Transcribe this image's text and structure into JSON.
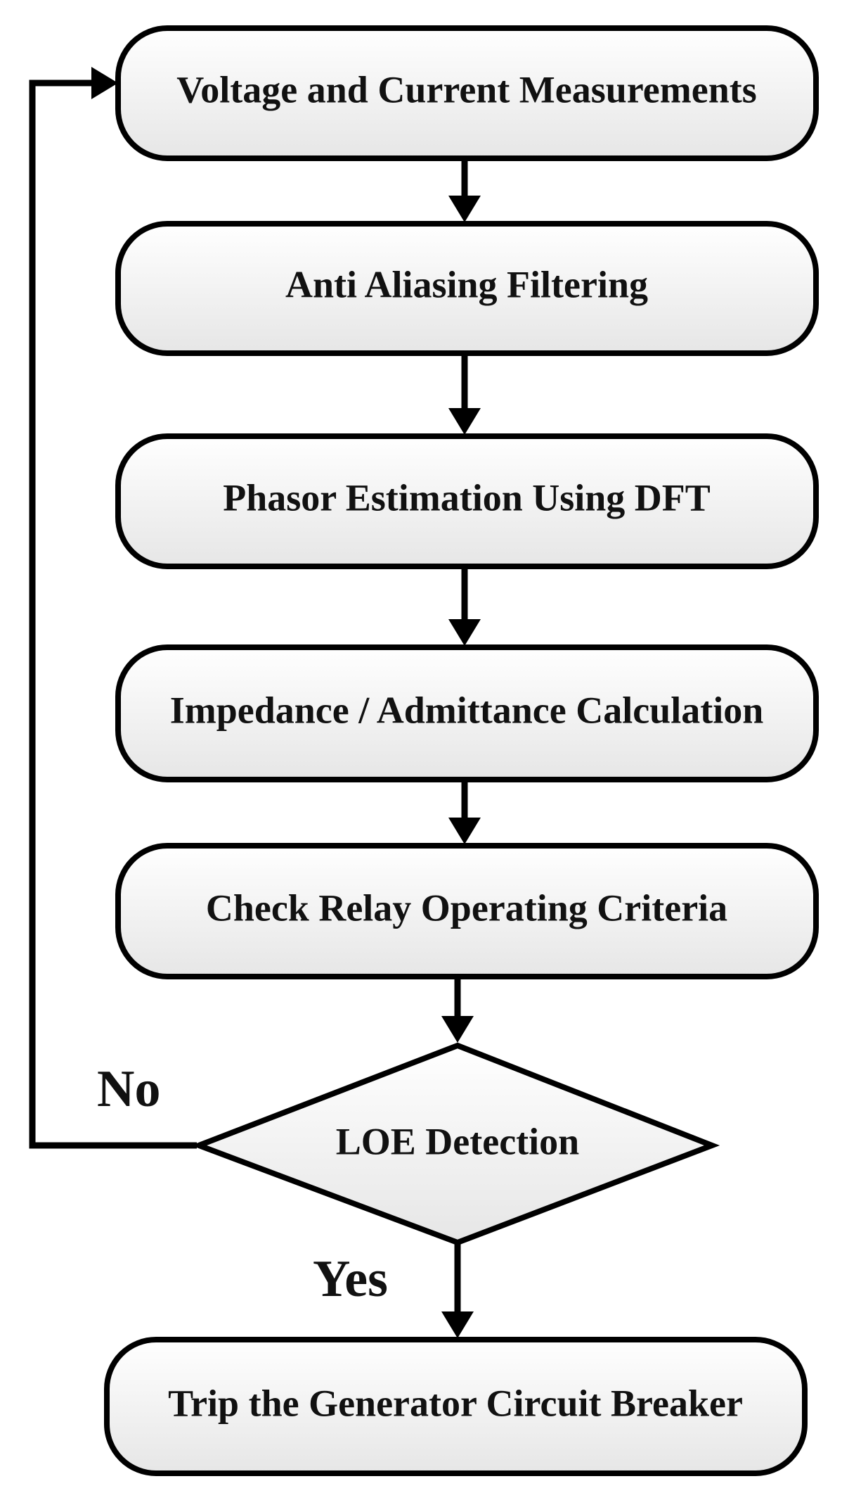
{
  "diagram": {
    "steps": [
      {
        "id": "measure",
        "label": "Voltage and Current Measurements"
      },
      {
        "id": "filter",
        "label": "Anti Aliasing Filtering"
      },
      {
        "id": "phasor",
        "label": "Phasor Estimation Using DFT"
      },
      {
        "id": "impedance",
        "label": "Impedance / Admittance Calculation"
      },
      {
        "id": "criteria",
        "label": "Check Relay Operating Criteria"
      }
    ],
    "decision": {
      "label": "LOE Detection"
    },
    "final": {
      "label": "Trip the Generator Circuit Breaker"
    },
    "branches": {
      "no": "No",
      "yes": "Yes"
    }
  }
}
